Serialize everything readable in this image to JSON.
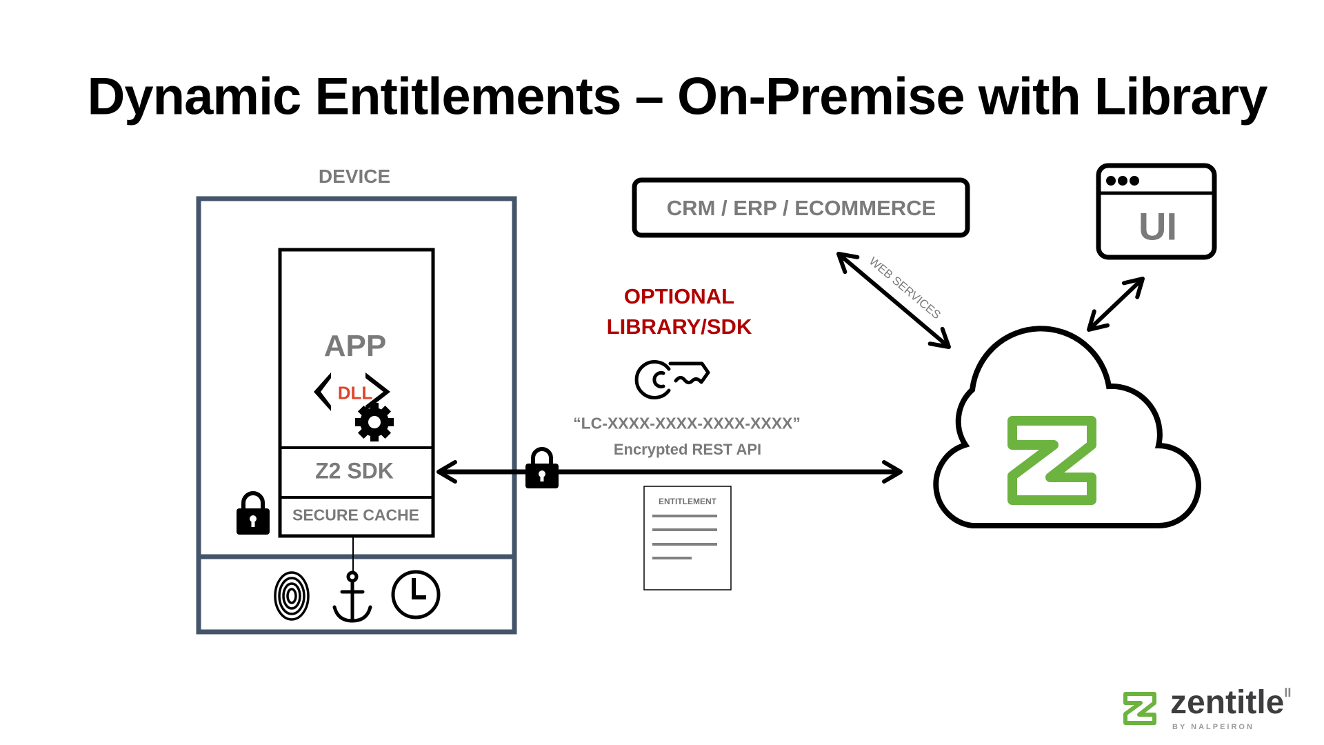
{
  "title": "Dynamic Entitlements – On-Premise with Library",
  "device": {
    "label": "DEVICE",
    "app_label": "APP",
    "dll_label": "DLL",
    "sdk_label": "Z2 SDK",
    "cache_label": "SECURE CACHE"
  },
  "crm_label": "CRM / ERP / ECOMMERCE",
  "ui_label": "UI",
  "web_services_label": "WEB SERVICES",
  "optional": {
    "line1": "OPTIONAL",
    "line2": "LIBRARY/SDK"
  },
  "license_key": "“LC-XXXX-XXXX-XXXX-XXXX”",
  "api_label": "Encrypted REST API",
  "entitlement_label": "ENTITLEMENT",
  "brand": {
    "name": "zentitle",
    "sup": "II",
    "byline": "BY NALPEIRON"
  },
  "colors": {
    "device_border": "#44546a",
    "accent_red": "#b00000",
    "dll_red": "#e0442a",
    "brand_green": "#6db33f"
  }
}
